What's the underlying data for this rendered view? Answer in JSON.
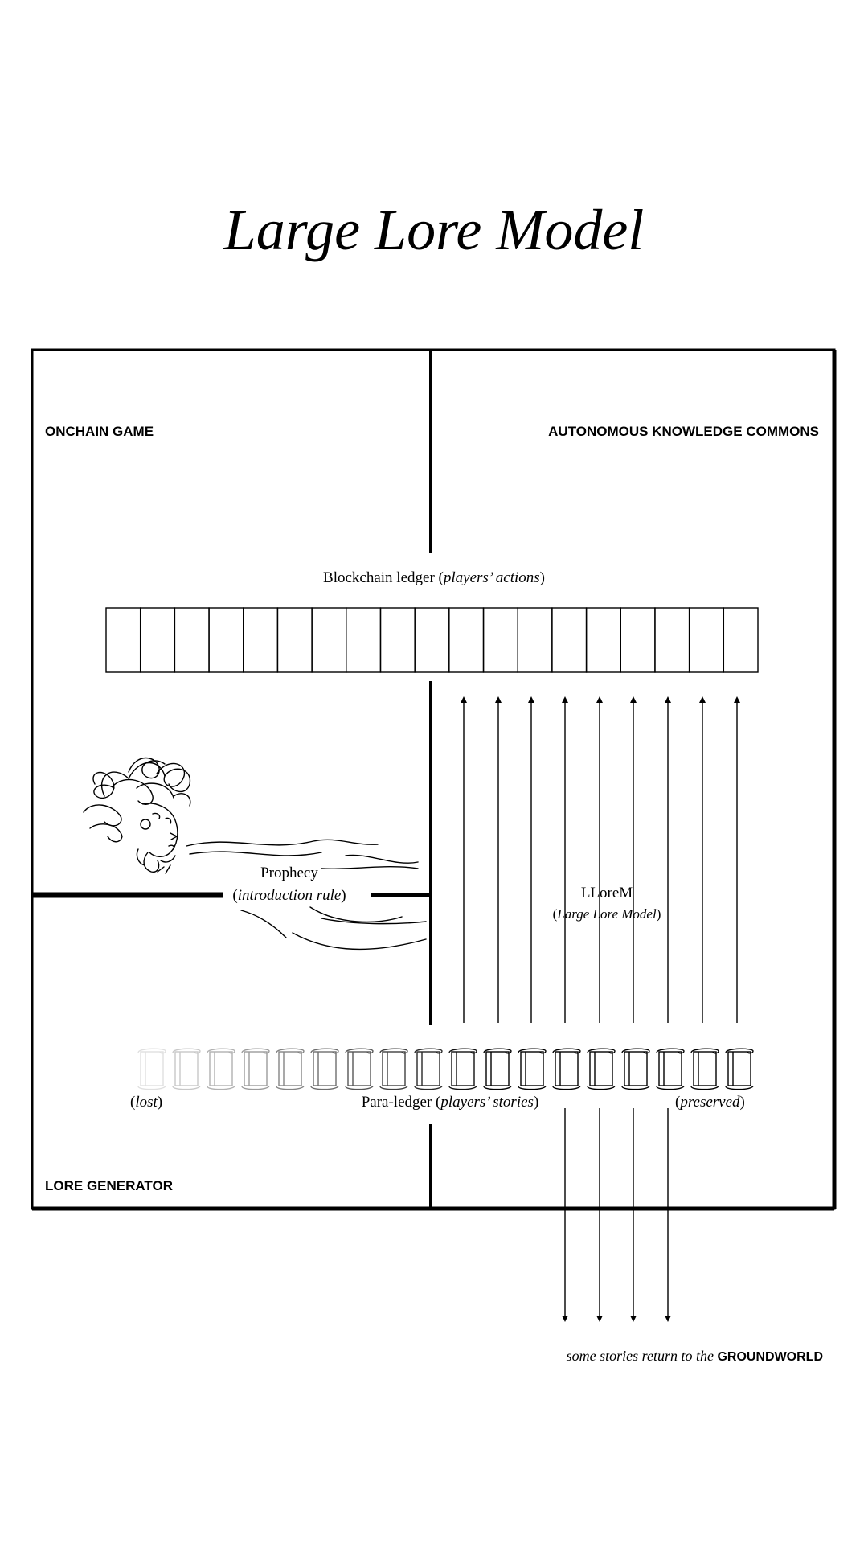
{
  "title": "Large Lore Model",
  "regions": {
    "onchain_game": "ONCHAIN GAME",
    "knowledge_commons": "AUTONOMOUS KNOWLEDGE COMMONS",
    "lore_generator": "LORE GENERATOR"
  },
  "blockchain": {
    "label": "Blockchain ledger",
    "label_italic": "players’ actions",
    "cell_count": 19
  },
  "prophecy": {
    "label": "Prophecy",
    "sub_italic": "introduction rule"
  },
  "llorem": {
    "label": "LLoreM",
    "sub_italic": "Large Lore Model"
  },
  "paraledger": {
    "label": "Para-ledger",
    "label_italic": "players’ stories",
    "lost": "lost",
    "preserved": "preserved",
    "scroll_count": 18
  },
  "footer": {
    "italic": "some stories return to the",
    "bold": "GROUNDWORLD"
  },
  "colors": {
    "ink": "#000000",
    "background": "#ffffff"
  }
}
